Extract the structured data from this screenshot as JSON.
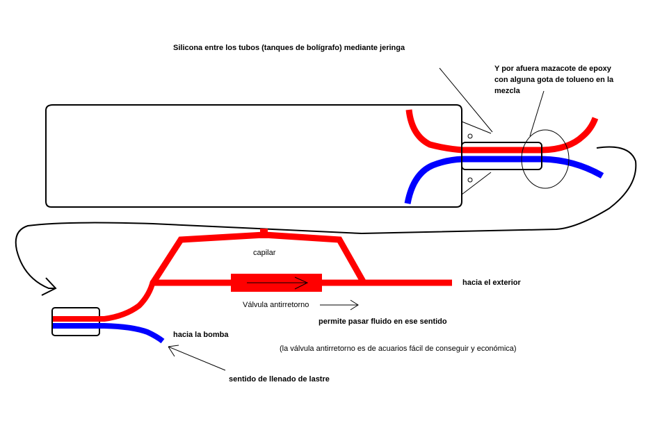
{
  "labels": {
    "silicona": "Silicona entre los tubos (tanques de bolígrafo) mediante jeringa",
    "epoxy_lines": [
      "Y por afuera mazacote de epoxy",
      "con alguna gota de tolueno en la",
      "mezcla"
    ],
    "capilar": "capilar",
    "hacia_exterior": "hacia el exterior",
    "valvula": "Válvula antirretorno",
    "permite": "permite pasar fluido en ese sentido",
    "hacia_bomba": "hacia la bomba",
    "nota_valvula": "(la válvula antirretorno es de acuarios fácil de conseguir y económica)",
    "sentido": "sentido de llenado de lastre"
  },
  "colors": {
    "red_tube": "#ff0000",
    "blue_tube": "#0000ff",
    "outline": "#000000",
    "background": "#ffffff"
  }
}
